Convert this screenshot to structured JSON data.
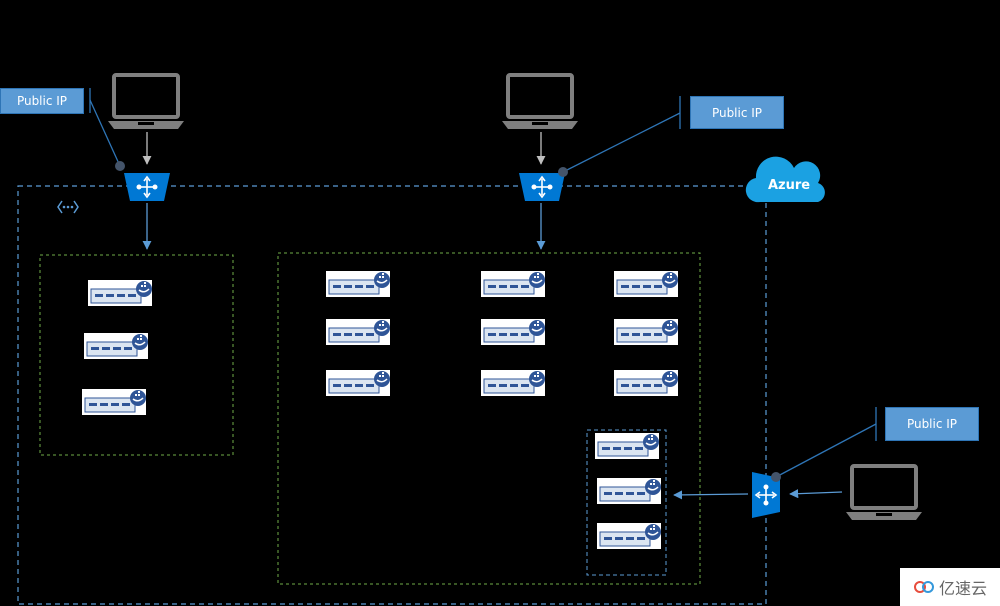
{
  "cloud": {
    "label": "Azure"
  },
  "public_ips": [
    {
      "label": "Public IP"
    },
    {
      "label": "Public IP"
    },
    {
      "label": "Public IP"
    }
  ],
  "watermark": {
    "text": "亿速云"
  },
  "colors": {
    "background": "#000000",
    "vnet_border": "#5b9bd5",
    "group_border": "#70ad47",
    "load_balancer": "#0078d4",
    "laptop": "#7f7f7f",
    "label_box": "#5b9bd5"
  },
  "icons": {
    "laptop": "laptop-icon",
    "load_balancer": "load-balancer-icon",
    "container_host": "docker-container-host-icon",
    "cloud": "azure-cloud-icon",
    "vnet": "virtual-network-icon"
  }
}
